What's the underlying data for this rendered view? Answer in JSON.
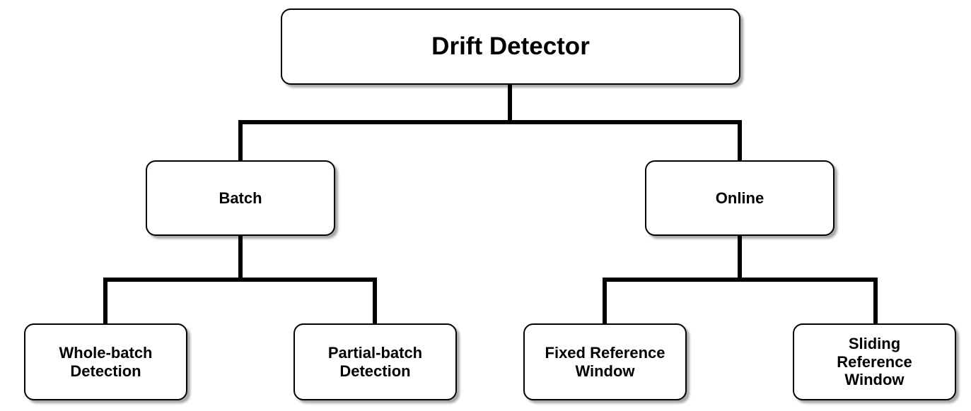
{
  "diagram": {
    "nodes": {
      "root": "Drift Detector",
      "batch": "Batch",
      "online": "Online",
      "whole_batch": "Whole-batch\nDetection",
      "partial_batch": "Partial-batch\nDetection",
      "fixed_reference": "Fixed Reference\nWindow",
      "sliding_reference": "Sliding\nReference\nWindow"
    },
    "edges": [
      [
        "root",
        "batch"
      ],
      [
        "root",
        "online"
      ],
      [
        "batch",
        "whole_batch"
      ],
      [
        "batch",
        "partial_batch"
      ],
      [
        "online",
        "fixed_reference"
      ],
      [
        "online",
        "sliding_reference"
      ]
    ],
    "colors": {
      "line": "#000000",
      "box_border": "#000000",
      "box_fill": "#ffffff",
      "text": "#000000"
    }
  }
}
